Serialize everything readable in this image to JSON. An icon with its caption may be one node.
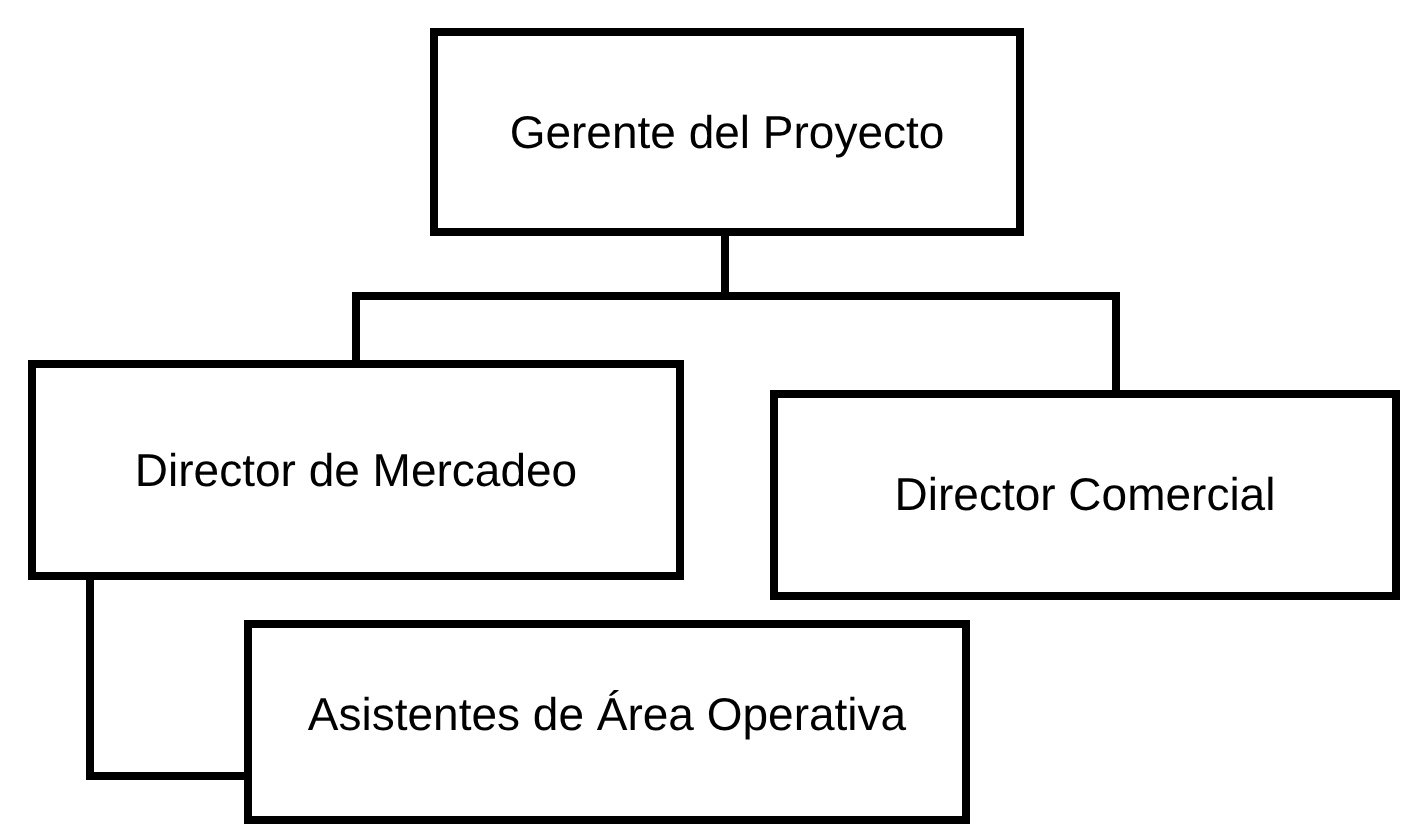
{
  "diagram": {
    "nodes": [
      {
        "text": [
          "Gerente del Proyecto"
        ]
      },
      {
        "text": [
          "Director de Mercadeo"
        ]
      },
      {
        "text": [
          "Director Comercial"
        ]
      },
      {
        "text": [
          "Asistentes de Área Operativa"
        ]
      }
    ],
    "edges": [
      {
        "from": 0,
        "to": 1,
        "arrow": "none"
      },
      {
        "from": 0,
        "to": 2,
        "arrow": "none"
      },
      {
        "from": 1,
        "to": 3,
        "arrow": "none"
      }
    ]
  }
}
